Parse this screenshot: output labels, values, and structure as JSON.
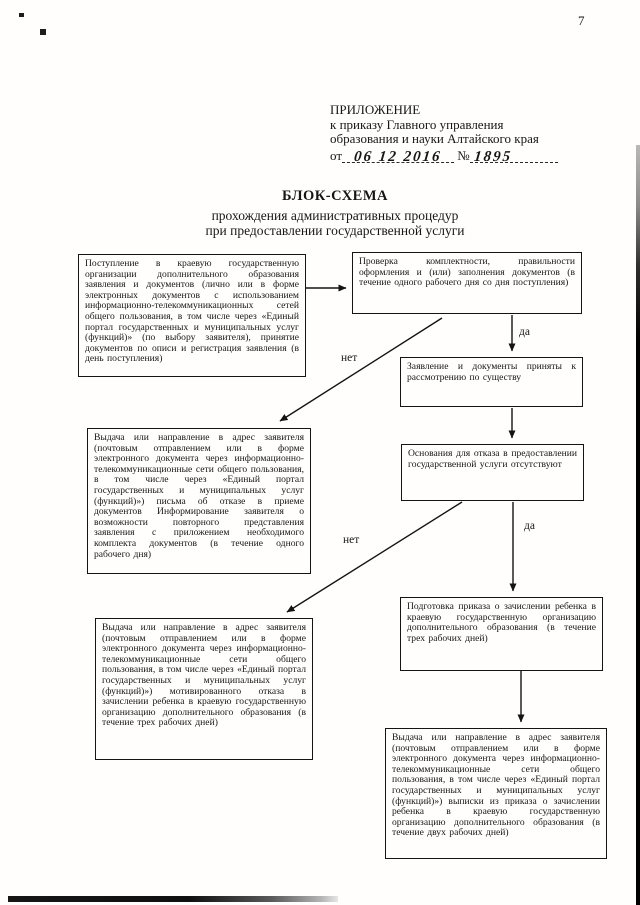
{
  "page": {
    "number": "7"
  },
  "header": {
    "title": "ПРИЛОЖЕНИЕ",
    "line2": "к приказу Главного управления",
    "line3": "образования и науки Алтайского края",
    "from_label": "от",
    "date_handwritten": "06 12 2016",
    "number_sign": "№",
    "order_number_handwritten": "1895"
  },
  "doc_title": {
    "line1": "БЛОК-СХЕМА",
    "line2": "прохождения административных процедур",
    "line3": "при предоставлении государственной услуги"
  },
  "flowchart": {
    "boxes": [
      {
        "id": "intake",
        "text": "Поступление в краевую государственную организации дополнительного образования заявления и документов (лично или в форме электронных документов с использованием информационно-телекоммуникационных сетей общего пользования, в том числе через «Единый портал государственных и муниципальных услуг (функций)» (по выбору заявителя), принятие документов по описи и регистрация заявления (в день поступления)"
      },
      {
        "id": "check",
        "text": "Проверка комплектности, правильности оформления и (или) заполнения документов (в течение одного рабочего дня со дня поступления)"
      },
      {
        "id": "accepted",
        "text": "Заявление и документы приняты к рассмотрению по существу"
      },
      {
        "id": "no-refusal-grounds",
        "text": "Основания для отказа в предоставлении государственной услуги отсутствуют"
      },
      {
        "id": "refusal-to-accept",
        "text": "Выдача или направление в адрес заявителя (почтовым отправлением или в форме электронного документа через информационно-телекоммуникационные сети общего пользования, в том числе через «Единый портал государственных и муниципальных услуг (функций)») письма об отказе в приеме документов  Информирование заявителя о возможности повторного представления заявления с приложением необходимого комплекта документов (в течение одного рабочего дня)"
      },
      {
        "id": "motivated-refusal",
        "text": "Выдача или направление в адрес заявителя (почтовым отправлением или в форме электронного документа через информационно-телекоммуникационные сети общего пользования, в том числе через «Единый портал государственных и муниципальных услуг (функций)») мотивированного отказа в зачислении ребенка в краевую государственную организацию дополнительного образования (в течение трех рабочих дней)"
      },
      {
        "id": "order-preparation",
        "text": "Подготовка приказа о зачислении ребенка в краевую государственную организацию дополнительного образования (в течение трех рабочих дней)"
      },
      {
        "id": "extract-issue",
        "text": "Выдача или направление в адрес заявителя (почтовым отправлением или в форме электронного документа через информационно-телекоммуникационные сети общего пользования, в том числе через «Единый портал государственных и муниципальных услуг (функций)») выписки из приказа о зачислении ребенка в краевую государственную организацию дополнительного образования (в течение двух рабочих дней)"
      }
    ],
    "edge_labels": [
      {
        "id": "yes-1",
        "text": "да"
      },
      {
        "id": "no-1",
        "text": "нет"
      },
      {
        "id": "yes-2",
        "text": "да"
      },
      {
        "id": "no-2",
        "text": "нет"
      }
    ]
  }
}
